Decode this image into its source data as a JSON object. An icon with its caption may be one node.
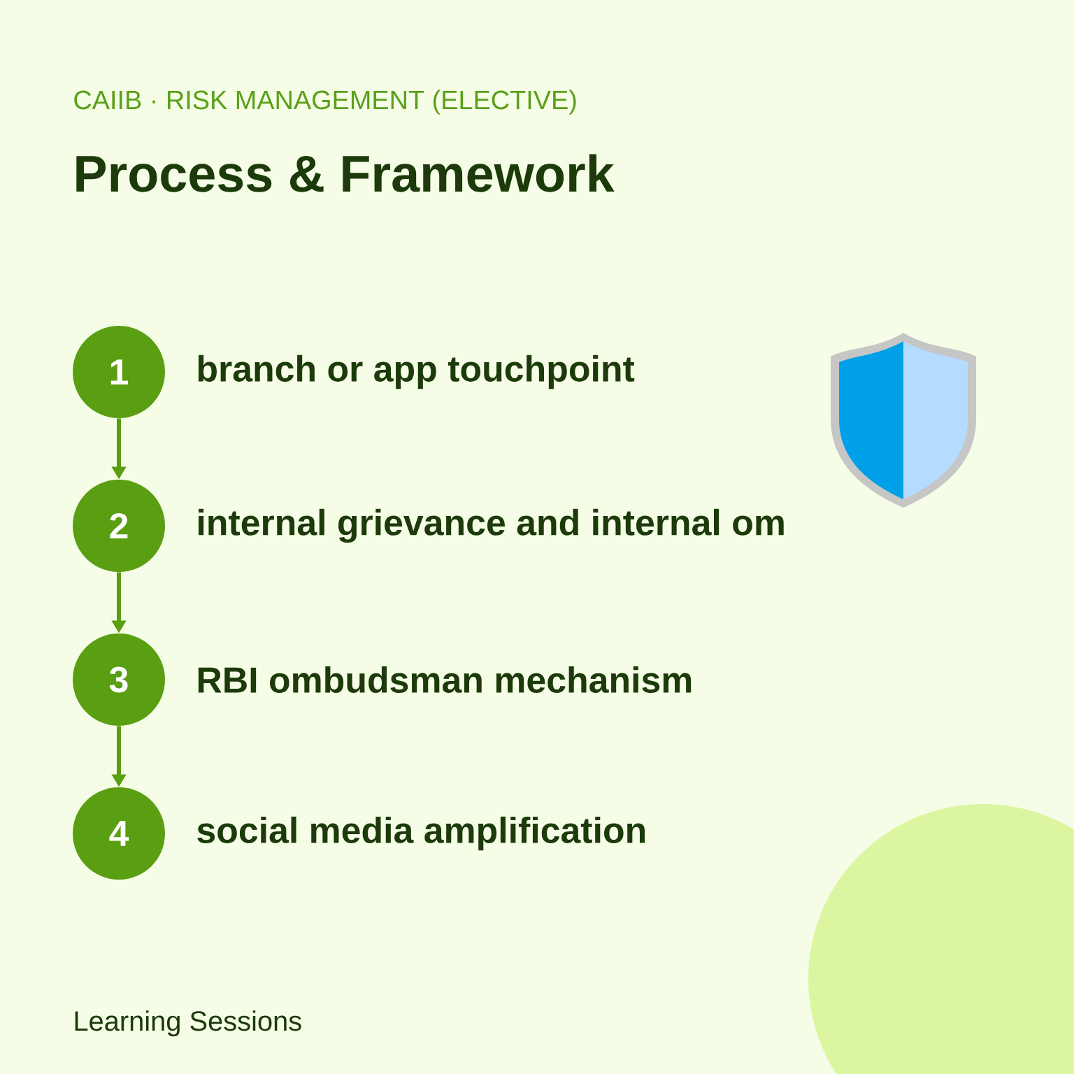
{
  "diagram": {
    "title": "Process & Framework",
    "nodes": [
      {
        "text": [
          "1"
        ],
        "beside": [
          "branch or app touchpoint"
        ]
      },
      {
        "text": [
          "2"
        ],
        "beside": [
          "internal grievance and internal om"
        ]
      },
      {
        "text": [
          "3"
        ],
        "beside": [
          "RBI ombudsman mechanism"
        ]
      },
      {
        "text": [
          "4"
        ],
        "beside": [
          "social media amplification"
        ]
      }
    ],
    "edges": [
      {
        "from": 0,
        "to": 1,
        "arrow": "to"
      },
      {
        "from": 1,
        "to": 2,
        "arrow": "to"
      },
      {
        "from": 2,
        "to": 3,
        "arrow": "to"
      }
    ],
    "labels": [
      "CAIIB · RISK MANAGEMENT (ELECTIVE)",
      "Learning Sessions"
    ]
  }
}
